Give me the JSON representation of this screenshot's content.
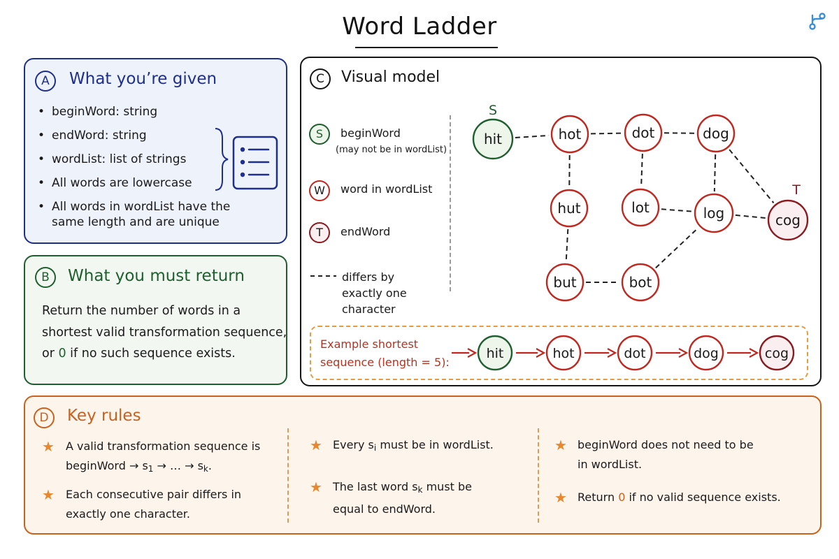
{
  "title": "Word Ladder",
  "colors": {
    "given": "#1e2f8c",
    "return": "#1f5e2f",
    "rules": "#c9611f",
    "word_node": "#c0281f",
    "begin_node": "#1f5e2f",
    "end_node": "#8b1a1f"
  },
  "panel_a": {
    "badge": "A",
    "heading": "What you’re given",
    "bullets": [
      "beginWord: string",
      "endWord: string",
      "wordList: list of strings",
      "All words are lowercase"
    ],
    "last_bullet_line1": "All words in wordList have the",
    "last_bullet_line2": "same length and are unique",
    "icon": "list-icon"
  },
  "panel_b": {
    "badge": "B",
    "heading": "What you must return",
    "line1": "Return the number of words in a",
    "line2": "shortest valid transformation sequence,",
    "line3_pre": "or ",
    "line3_zero": "0",
    "line3_post": " if no such sequence exists."
  },
  "panel_c": {
    "badge": "C",
    "heading": "Visual model",
    "legend": {
      "s_symbol": "S",
      "s_label": "beginWord",
      "s_note": "(may not be in wordList)",
      "w_symbol": "W",
      "w_label": "word in wordList",
      "t_symbol": "T",
      "t_label": "endWord",
      "edge_line1": "differs by",
      "edge_line2": "exactly one",
      "edge_line3": "character"
    },
    "graph": {
      "start_marker": "S",
      "end_marker": "T",
      "nodes": [
        {
          "id": "hit",
          "label": "hit",
          "kind": "begin"
        },
        {
          "id": "hot",
          "label": "hot",
          "kind": "word"
        },
        {
          "id": "dot",
          "label": "dot",
          "kind": "word"
        },
        {
          "id": "dog",
          "label": "dog",
          "kind": "word"
        },
        {
          "id": "hut",
          "label": "hut",
          "kind": "word"
        },
        {
          "id": "lot",
          "label": "lot",
          "kind": "word"
        },
        {
          "id": "log",
          "label": "log",
          "kind": "word"
        },
        {
          "id": "cog",
          "label": "cog",
          "kind": "end"
        },
        {
          "id": "but",
          "label": "but",
          "kind": "word"
        },
        {
          "id": "bot",
          "label": "bot",
          "kind": "word"
        }
      ],
      "edges": [
        [
          "hit",
          "hot"
        ],
        [
          "hot",
          "dot"
        ],
        [
          "dot",
          "dog"
        ],
        [
          "hot",
          "hut"
        ],
        [
          "dot",
          "lot"
        ],
        [
          "dog",
          "log"
        ],
        [
          "dog",
          "cog"
        ],
        [
          "lot",
          "log"
        ],
        [
          "log",
          "cog"
        ],
        [
          "hut",
          "but"
        ],
        [
          "but",
          "bot"
        ],
        [
          "bot",
          "log"
        ]
      ]
    },
    "example": {
      "label_line1": "Example shortest",
      "label_line2": "sequence (length = 5):",
      "sequence": [
        "hit",
        "hot",
        "dot",
        "dog",
        "cog"
      ]
    }
  },
  "panel_d": {
    "badge": "D",
    "heading": "Key rules",
    "rule1_line1": "A valid transformation sequence is",
    "rule1_line2_pre": "beginWord  →  s",
    "rule1_sub1": "1",
    "rule1_mid": "  →  …  →  s",
    "rule1_subk": "k",
    "rule1_end": ".",
    "rule2_line1": "Each consecutive pair differs in",
    "rule2_line2": "exactly one character.",
    "rule3_pre": "Every  s",
    "rule3_sub": "i",
    "rule3_post": "  must be in wordList.",
    "rule4_line1_pre": "The last word  s",
    "rule4_sub": "k",
    "rule4_line1_post": "  must be",
    "rule4_line2": "equal to endWord.",
    "rule5_line1": "beginWord does not need to be",
    "rule5_line2": "in wordList.",
    "rule6_pre": "Return ",
    "rule6_zero": "0",
    "rule6_post": " if no valid sequence exists."
  }
}
